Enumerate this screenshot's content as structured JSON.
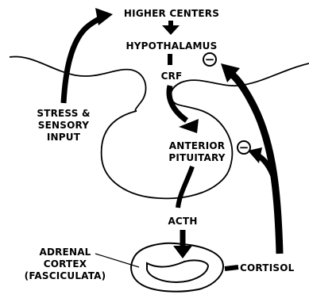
{
  "labels": {
    "higher_centers": "HIGHER CENTERS",
    "hypothalamus": "HYPOTHALAMUS",
    "crf": "CRF",
    "stress_line1": "STRESS &",
    "stress_line2": "SENSORY",
    "stress_line3": "INPUT",
    "anterior_line1": "ANTERIOR",
    "anterior_line2": "PITUITARY",
    "acth": "ACTH",
    "adrenal_line1": "ADRENAL",
    "adrenal_line2": "CORTEX",
    "adrenal_line3": "(FASCICULATA)",
    "cortisol": "CORTISOL"
  },
  "feedback_signs": {
    "hypothalamus": "−",
    "pituitary": "−"
  },
  "colors": {
    "ink": "#000000",
    "background": "#ffffff"
  }
}
